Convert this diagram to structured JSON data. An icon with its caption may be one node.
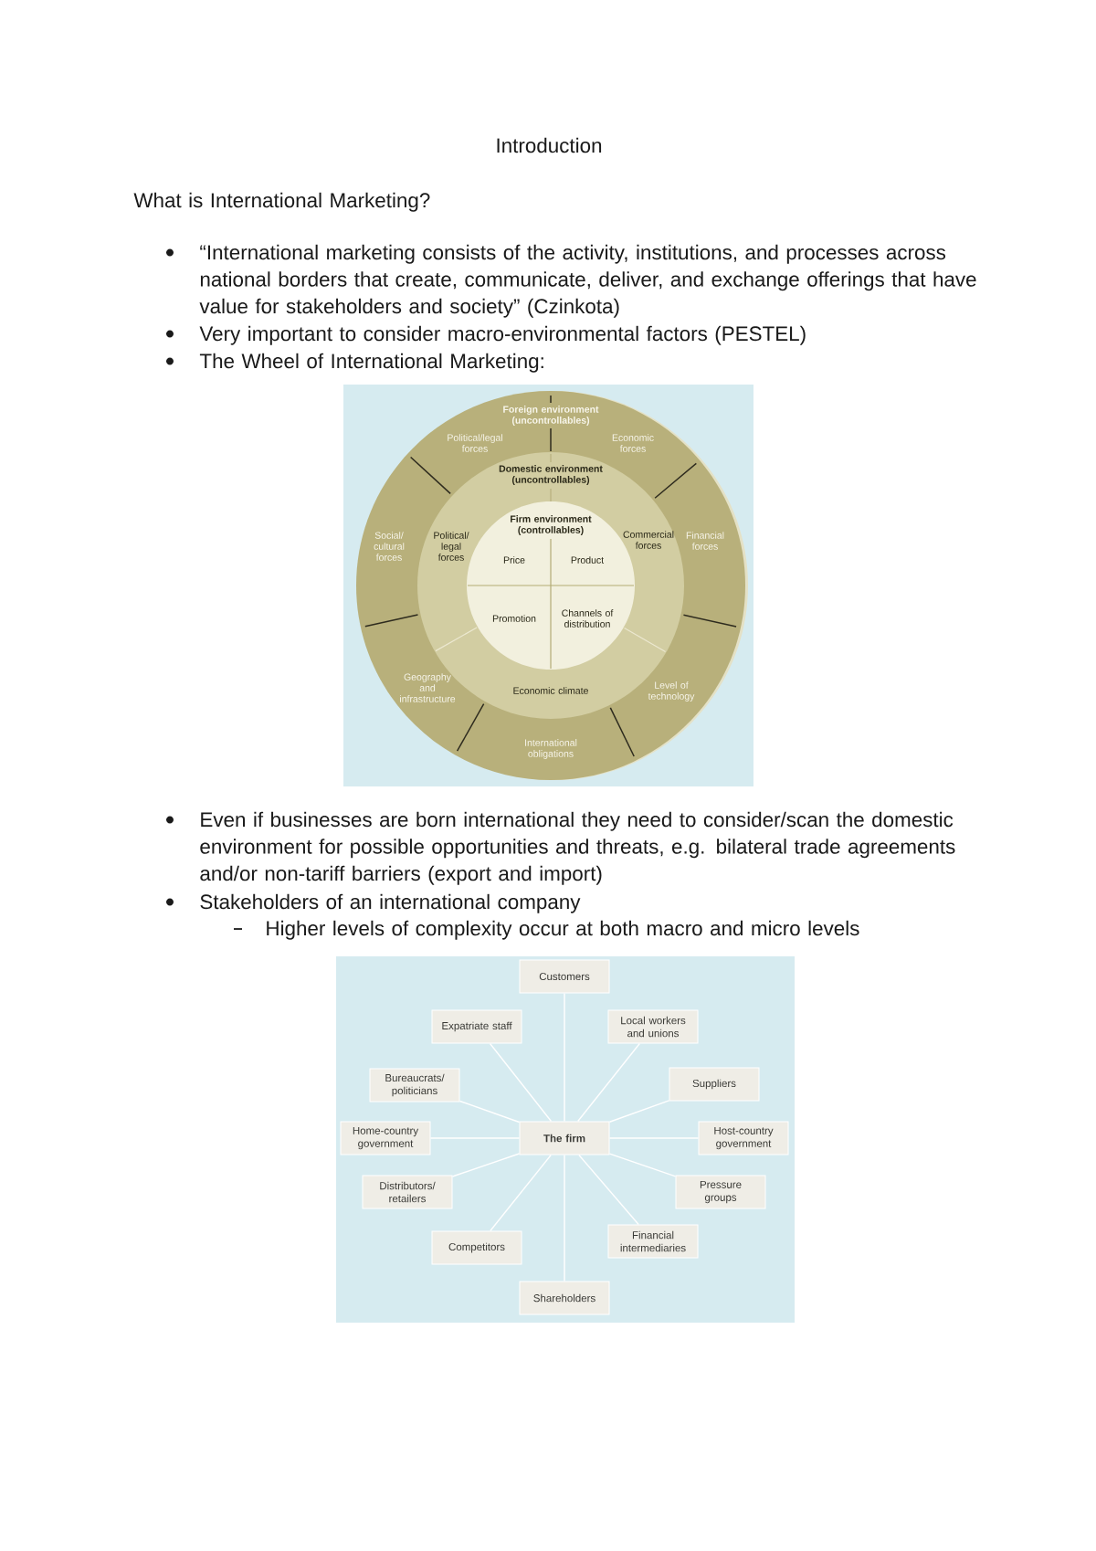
{
  "diagram": {
    "title": "Introduction",
    "nodes": [
      {
        "text": [
          "Foreign environment (uncontrollables)"
        ]
      },
      {
        "text": [
          "Political/legal forces"
        ],
        "in": 0
      },
      {
        "text": [
          "Economic forces"
        ],
        "in": 0
      },
      {
        "text": [
          "Social/ cultural forces"
        ],
        "in": 0
      },
      {
        "text": [
          "Financial forces"
        ],
        "in": 0
      },
      {
        "text": [
          "Geography and infrastructure"
        ],
        "in": 0
      },
      {
        "text": [
          "Level of technology"
        ],
        "in": 0
      },
      {
        "text": [
          "International obligations"
        ],
        "in": 0
      },
      {
        "text": [
          "Domestic environment (uncontrollables)"
        ],
        "in": 0
      },
      {
        "text": [
          "Political/ legal forces"
        ],
        "in": 8
      },
      {
        "text": [
          "Commercial forces"
        ],
        "in": 8
      },
      {
        "text": [
          "Economic climate"
        ],
        "in": 8
      },
      {
        "text": [
          "Firm environment (controllables)"
        ],
        "in": 8
      },
      {
        "text": [
          "Price"
        ],
        "in": 12
      },
      {
        "text": [
          "Product"
        ],
        "in": 12
      },
      {
        "text": [
          "Promotion"
        ],
        "in": 12
      },
      {
        "text": [
          "Channels of distribution"
        ],
        "in": 12
      },
      {
        "text": [
          "Customers"
        ]
      },
      {
        "text": [
          "Expatriate staff"
        ]
      },
      {
        "text": [
          "Local workers and unions"
        ]
      },
      {
        "text": [
          "Bureaucrats/ politicians"
        ]
      },
      {
        "text": [
          "Suppliers"
        ]
      },
      {
        "text": [
          "Home-country government"
        ]
      },
      {
        "text": [
          "The firm"
        ]
      },
      {
        "text": [
          "Host-country government"
        ]
      },
      {
        "text": [
          "Distributors/ retailers"
        ]
      },
      {
        "text": [
          "Pressure groups"
        ]
      },
      {
        "text": [
          "Competitors"
        ]
      },
      {
        "text": [
          "Financial intermediaries"
        ]
      },
      {
        "text": [
          "Shareholders"
        ]
      }
    ],
    "edges": [
      {
        "from": 23,
        "to": 17,
        "arrow": "none"
      },
      {
        "from": 23,
        "to": 18,
        "arrow": "none"
      },
      {
        "from": 23,
        "to": 19,
        "arrow": "none"
      },
      {
        "from": 23,
        "to": 20,
        "arrow": "none"
      },
      {
        "from": 23,
        "to": 21,
        "arrow": "none"
      },
      {
        "from": 23,
        "to": 22,
        "arrow": "none"
      },
      {
        "from": 23,
        "to": 24,
        "arrow": "none"
      },
      {
        "from": 23,
        "to": 25,
        "arrow": "none"
      },
      {
        "from": 23,
        "to": 26,
        "arrow": "none"
      },
      {
        "from": 23,
        "to": 27,
        "arrow": "none"
      },
      {
        "from": 23,
        "to": 28,
        "arrow": "none"
      },
      {
        "from": 23,
        "to": 29,
        "arrow": "none"
      }
    ],
    "labels": [
      "What is International Marketing?",
      "“International marketing consists of the activity, institutions, and processes across national borders that create, communicate, deliver, and exchange offerings that have value for stakeholders and society” (Czinkota)",
      "Very important to consider macro-environmental factors (PESTEL)",
      "The Wheel of International Marketing:",
      "Even if businesses are born international they need to consider/scan the domestic environment for possible opportunities and threats, e.g. bilateral trade agreements and/or non-tariff barriers (export and import)",
      "Stakeholders of an international company",
      "Higher levels of complexity occur at both macro and micro levels"
    ]
  }
}
